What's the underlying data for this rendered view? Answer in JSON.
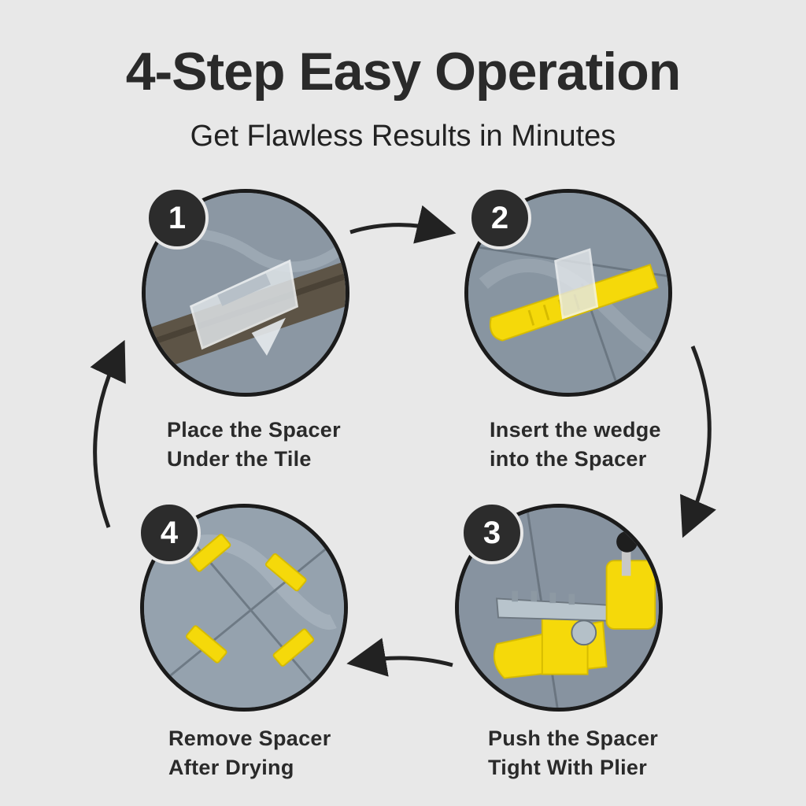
{
  "header": {
    "title": "4-Step Easy Operation",
    "subtitle": "Get Flawless Results in Minutes"
  },
  "steps": [
    {
      "number": "1",
      "line1": "Place the Spacer",
      "line2": "Under the Tile"
    },
    {
      "number": "2",
      "line1": "Insert the wedge",
      "line2": "into the Spacer"
    },
    {
      "number": "3",
      "line1": "Push the Spacer",
      "line2": "Tight With Plier"
    },
    {
      "number": "4",
      "line1": "Remove Spacer",
      "line2": "After Drying"
    }
  ],
  "colors": {
    "background": "#e8e8e8",
    "badge": "#2c2c2c",
    "spacer_yellow": "#f5d90a",
    "tile_gray": "#8f9ba6"
  },
  "icons": [
    "cycle-arrow-icon",
    "spacer-clip-icon",
    "wedge-icon",
    "plier-icon"
  ]
}
